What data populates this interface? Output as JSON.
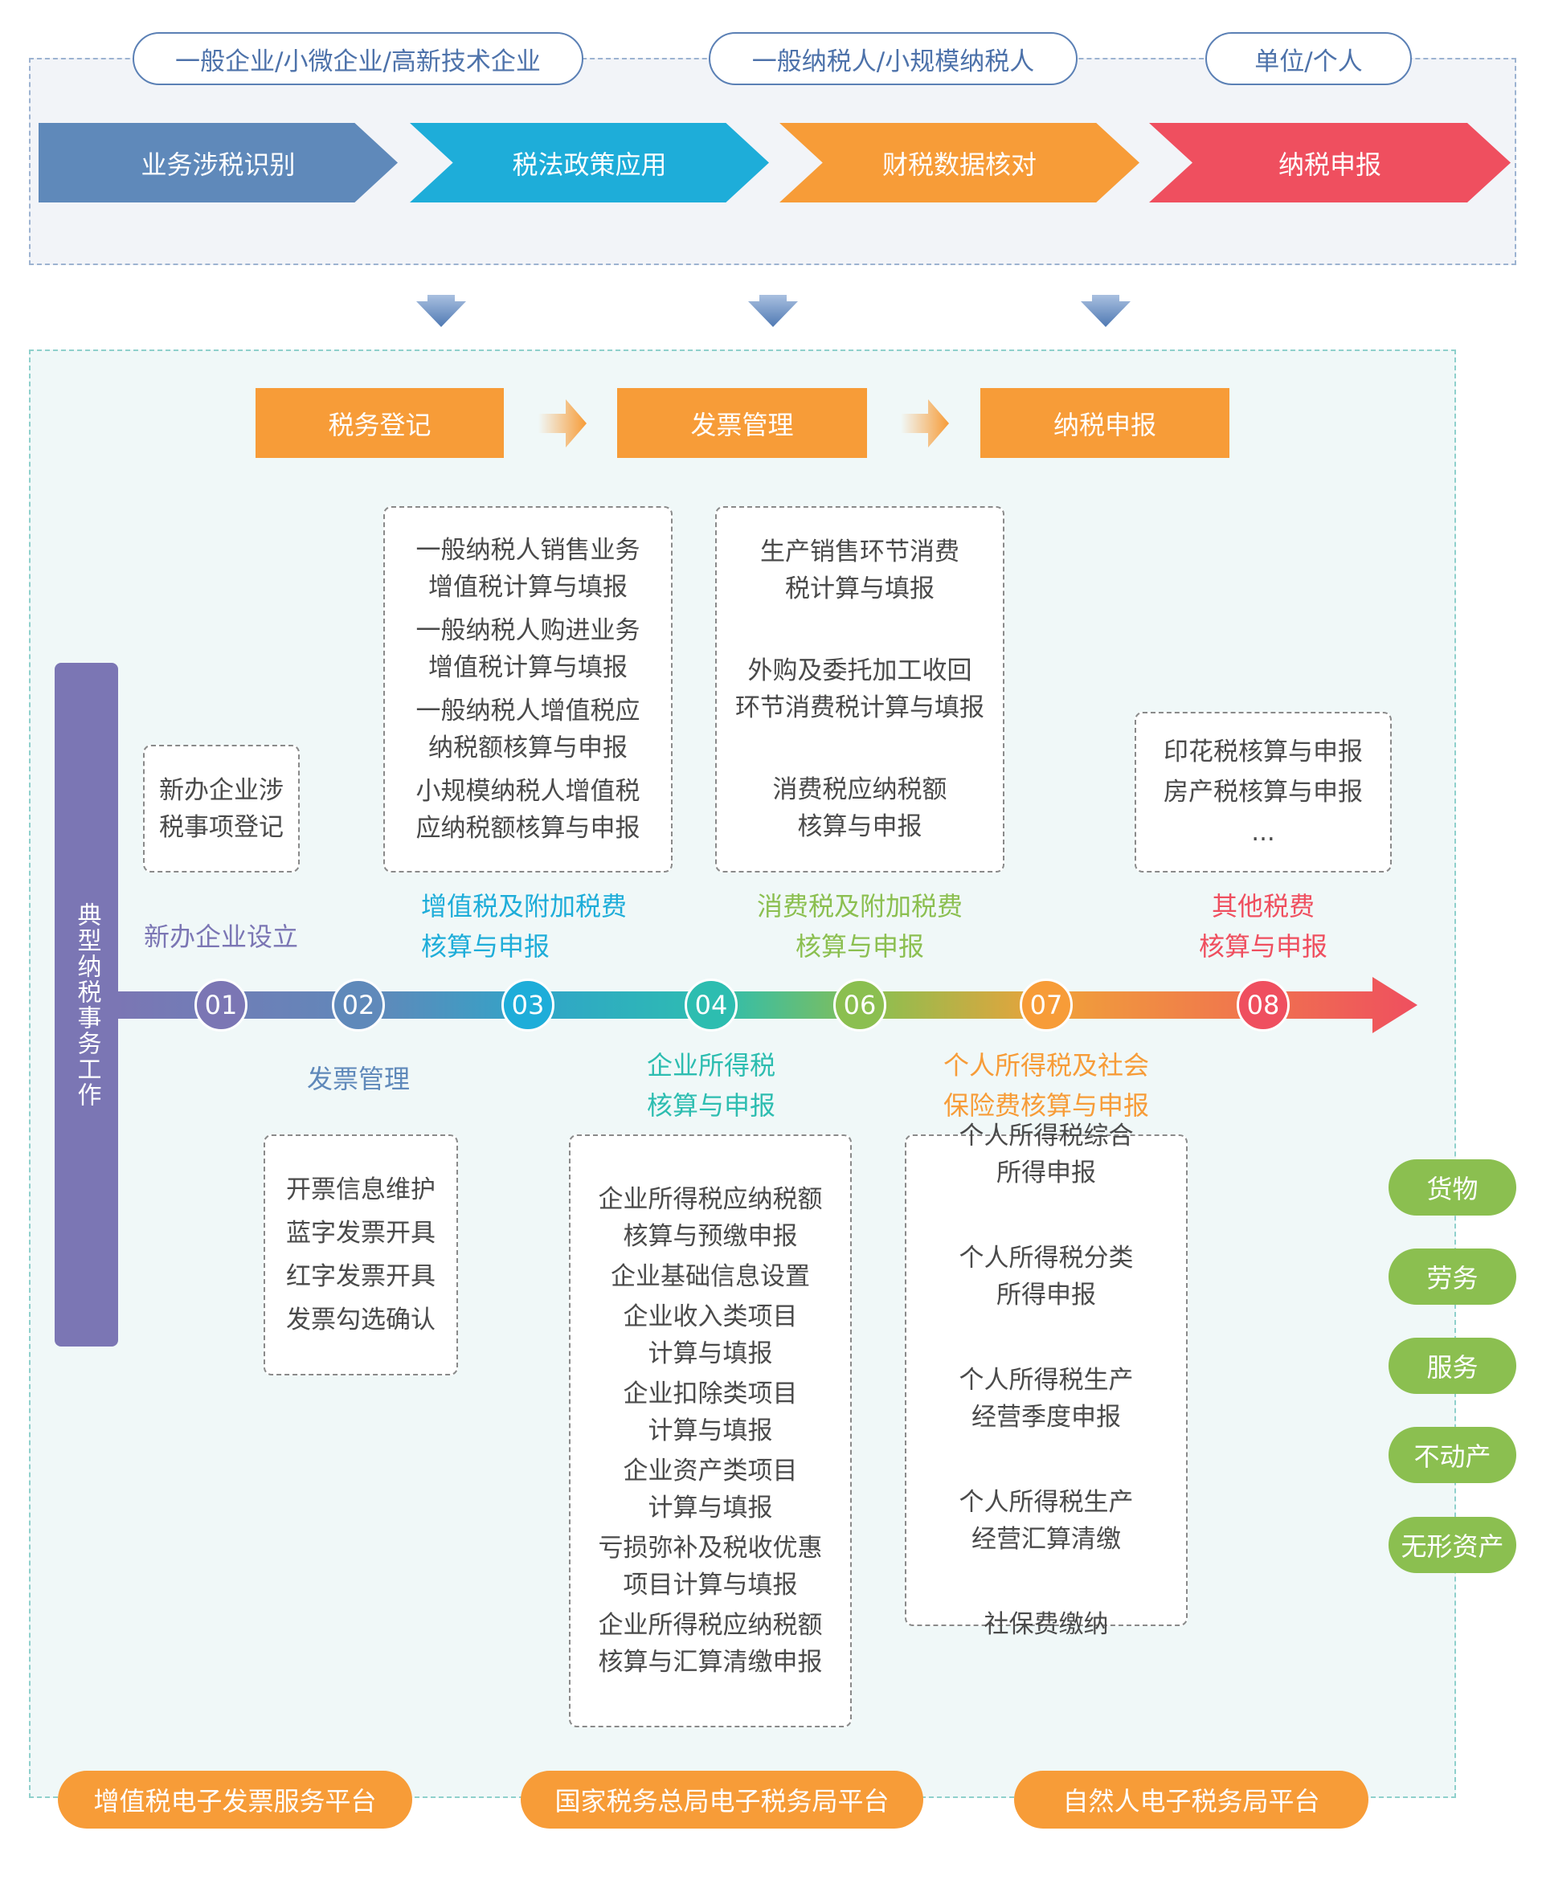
{
  "top_section": {
    "tags": [
      {
        "label": "一般企业/小微企业/高新技术企业"
      },
      {
        "label": "一般纳税人/小规模纳税人"
      },
      {
        "label": "单位/个人"
      }
    ],
    "chevrons": [
      {
        "label": "业务涉税识别",
        "color": "#5f89ba"
      },
      {
        "label": "税法政策应用",
        "color": "#1eadd9"
      },
      {
        "label": "财税数据核对",
        "color": "#f79c38"
      },
      {
        "label": "纳税申报",
        "color": "#ef4f5f"
      }
    ]
  },
  "stages": [
    {
      "label": "税务登记"
    },
    {
      "label": "发票管理"
    },
    {
      "label": "纳税申报"
    }
  ],
  "side_title": "典型纳税事务工作",
  "timeline": {
    "nodes": [
      {
        "number": "01",
        "color": "#7b76b4"
      },
      {
        "number": "02",
        "color": "#5f89ba"
      },
      {
        "number": "03",
        "color": "#1eadd9"
      },
      {
        "number": "04",
        "color": "#2dbdb0"
      },
      {
        "number": "06",
        "color": "#8bbf50"
      },
      {
        "number": "07",
        "color": "#f79c38"
      },
      {
        "number": "08",
        "color": "#ef4f5f"
      }
    ],
    "labels_above": [
      {
        "node": "01",
        "lines": [
          "新办企业设立"
        ],
        "color": "#7b76b4"
      },
      {
        "node": "03",
        "lines": [
          "增值税及附加税费",
          "核算与申报"
        ],
        "color": "#1eadd9"
      },
      {
        "node": "06",
        "lines": [
          "消费税及附加税费",
          "核算与申报"
        ],
        "color": "#8bbf50"
      },
      {
        "node": "08",
        "lines": [
          "其他税费",
          "核算与申报"
        ],
        "color": "#ef4f5f"
      }
    ],
    "labels_below": [
      {
        "node": "02",
        "lines": [
          "发票管理"
        ],
        "color": "#5f89ba"
      },
      {
        "node": "04",
        "lines": [
          "企业所得税",
          "核算与申报"
        ],
        "color": "#2dbdb0"
      },
      {
        "node": "07",
        "lines": [
          "个人所得税及社会",
          "保险费核算与申报"
        ],
        "color": "#f79c38"
      }
    ]
  },
  "cards": {
    "new_enterprise": [
      "新办企业涉税事项登记"
    ],
    "vat": [
      "一般纳税人销售业务增值税计算与填报",
      "一般纳税人购进业务增值税计算与填报",
      "一般纳税人增值税应纳税额核算与申报",
      "小规模纳税人增值税应纳税额核算与申报"
    ],
    "consumption": [
      "生产销售环节消费税计算与填报",
      "外购及委托加工收回环节消费税计算与填报",
      "消费税应纳税额核算与申报"
    ],
    "other": [
      "印花税核算与申报",
      "房产税核算与申报",
      "..."
    ],
    "invoice": [
      "开票信息维护",
      "蓝字发票开具",
      "红字发票开具",
      "发票勾选确认"
    ],
    "corporate_income": [
      "企业所得税应纳税额核算与预缴申报",
      "企业基础信息设置",
      "企业收入类项目计算与填报",
      "企业扣除类项目计算与填报",
      "企业资产类项目计算与填报",
      "亏损弥补及税收优惠项目计算与填报",
      "企业所得税应纳税额核算与汇算清缴申报"
    ],
    "personal_income": [
      "个人所得税综合所得申报",
      "个人所得税分类所得申报",
      "个人所得税生产经营季度申报",
      "个人所得税生产经营汇算清缴",
      "社保费缴纳"
    ]
  },
  "card_lines": {
    "new_enterprise": [
      [
        "新办企业涉",
        "税事项登记"
      ]
    ],
    "vat": [
      [
        "一般纳税人销售业务",
        "增值税计算与填报"
      ],
      [
        "一般纳税人购进业务",
        "增值税计算与填报"
      ],
      [
        "一般纳税人增值税应",
        "纳税额核算与申报"
      ],
      [
        "小规模纳税人增值税",
        "应纳税额核算与申报"
      ]
    ],
    "consumption": [
      [
        "生产销售环节消费",
        "税计算与填报"
      ],
      [
        "外购及委托加工收回",
        "环节消费税计算与填报"
      ],
      [
        "消费税应纳税额",
        "核算与申报"
      ]
    ],
    "other": [
      [
        "印花税核算与申报"
      ],
      [
        "房产税核算与申报"
      ],
      [
        "..."
      ]
    ],
    "invoice": [
      [
        "开票信息维护"
      ],
      [
        "蓝字发票开具"
      ],
      [
        "红字发票开具"
      ],
      [
        "发票勾选确认"
      ]
    ],
    "corporate_income": [
      [
        "企业所得税应纳税额",
        "核算与预缴申报"
      ],
      [
        "企业基础信息设置"
      ],
      [
        "企业收入类项目",
        "计算与填报"
      ],
      [
        "企业扣除类项目",
        "计算与填报"
      ],
      [
        "企业资产类项目",
        "计算与填报"
      ],
      [
        "亏损弥补及税收优惠",
        "项目计算与填报"
      ],
      [
        "企业所得税应纳税额",
        "核算与汇算清缴申报"
      ]
    ],
    "personal_income": [
      [
        "个人所得税综合",
        "所得申报"
      ],
      [
        "个人所得税分类",
        "所得申报"
      ],
      [
        "个人所得税生产",
        "经营季度申报"
      ],
      [
        "个人所得税生产",
        "经营汇算清缴"
      ],
      [
        "社保费缴纳"
      ]
    ]
  },
  "categories": [
    {
      "label": "货物"
    },
    {
      "label": "劳务"
    },
    {
      "label": "服务"
    },
    {
      "label": "不动产"
    },
    {
      "label": "无形资产"
    }
  ],
  "platforms": [
    {
      "label": "增值税电子发票服务平台"
    },
    {
      "label": "国家税务总局电子税务局平台"
    },
    {
      "label": "自然人电子税务局平台"
    }
  ]
}
